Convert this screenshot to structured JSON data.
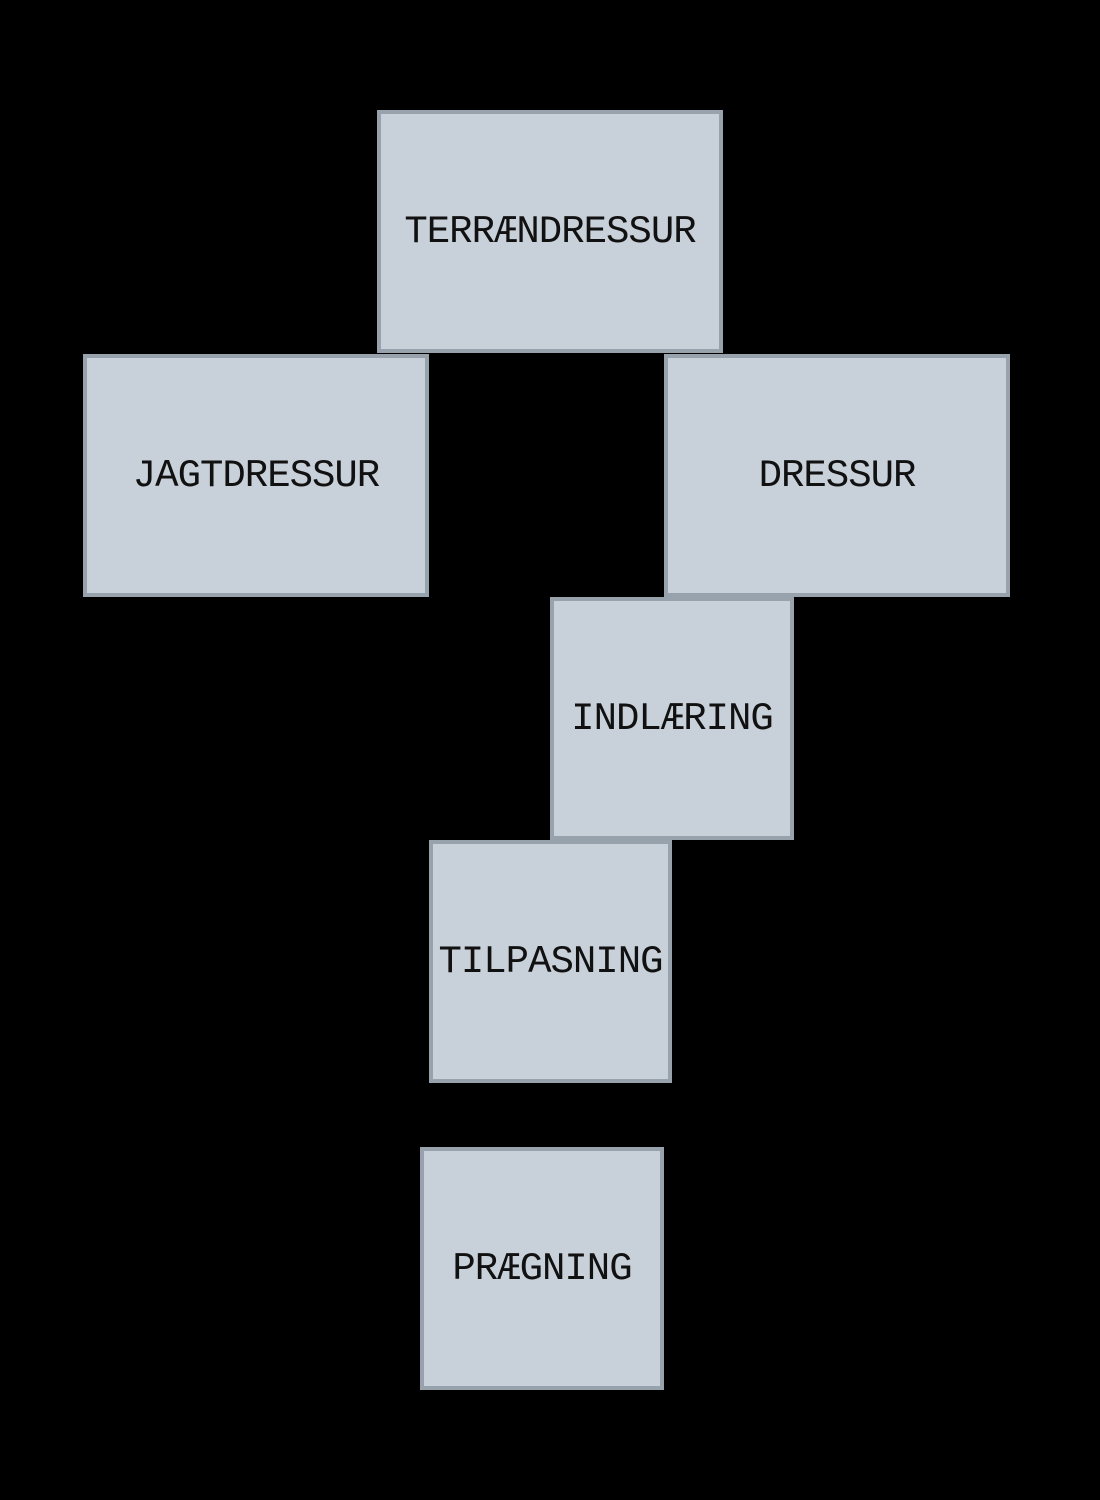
{
  "nodes": [
    {
      "id": "terraendressur",
      "label": "TERRÆNDRESSUR"
    },
    {
      "id": "jagtdressur",
      "label": "JAGTDRESSUR"
    },
    {
      "id": "dressur",
      "label": "DRESSUR"
    },
    {
      "id": "indlaering",
      "label": "INDLÆRING"
    },
    {
      "id": "tilpasning",
      "label": "TILPASNING"
    },
    {
      "id": "praegning",
      "label": "PRÆGNING"
    }
  ],
  "colors": {
    "background": "#000000",
    "box_fill": "#c8d0d9",
    "box_border": "#98a2ad",
    "text": "#111111"
  }
}
